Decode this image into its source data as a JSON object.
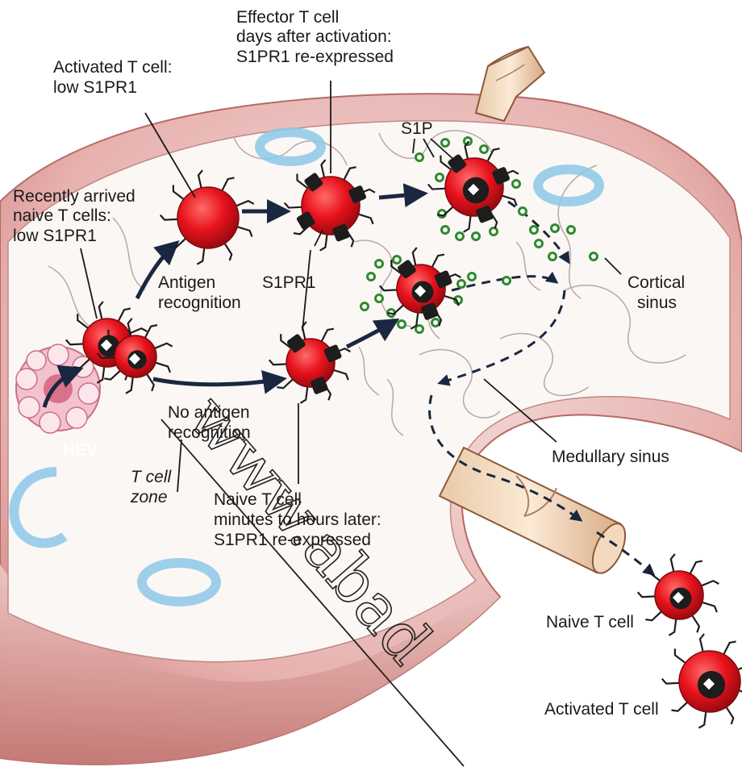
{
  "labels": {
    "effector_line1": "Effector T cell",
    "effector_line2": "days after activation:",
    "effector_line3": "S1PR1 re-expressed",
    "activated_line1": "Activated T cell:",
    "activated_line2": "low S1PR1",
    "recent_line1": "Recently arrived",
    "recent_line2": "naive T cells:",
    "recent_line3": "low S1PR1",
    "s1p": "S1P",
    "antigen_line1": "Antigen",
    "antigen_line2": "recognition",
    "s1pr1": "S1PR1",
    "cortical_line1": "Cortical",
    "cortical_line2": "sinus",
    "no_antigen_line1": "No antigen",
    "no_antigen_line2": "recognition",
    "hev": "HEV",
    "tcell_zone_line1": "T cell",
    "tcell_zone_line2": "zone",
    "naive_later_line1": "Naive T cell",
    "naive_later_line2": "minutes to hours later:",
    "naive_later_line3": "S1PR1 re-expressed",
    "medullary": "Medullary sinus",
    "naive_out": "Naive T cell",
    "activated_out": "Activated T cell"
  },
  "watermark": "www.abad",
  "colors": {
    "cell": "#e8121c",
    "cell_dark": "#9c0a10",
    "receptor": "#1d1d1d",
    "s1p_dot": "#2f8a2f",
    "follicle": "#8cc8e8",
    "node_edge": "#c47070",
    "node_fill": "#fbf6f4",
    "capsule": "#d98e8e",
    "arrow": "#1a2740"
  }
}
